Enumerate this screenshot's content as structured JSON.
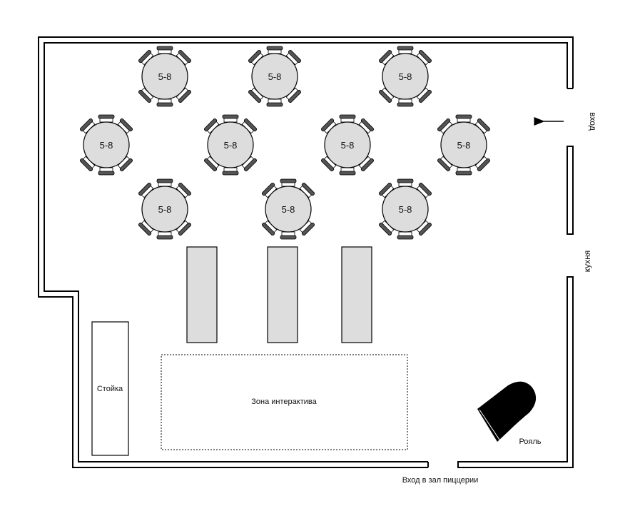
{
  "tables": [
    {
      "label": "5-8"
    },
    {
      "label": "5-8"
    },
    {
      "label": "5-8"
    },
    {
      "label": "5-8"
    },
    {
      "label": "5-8"
    },
    {
      "label": "5-8"
    },
    {
      "label": "5-8"
    },
    {
      "label": "5-8"
    },
    {
      "label": "5-8"
    },
    {
      "label": "5-8"
    }
  ],
  "labels": {
    "entrance": "вход",
    "kitchen": "кухня",
    "bar_counter": "Стойка",
    "interactive_zone": "Зона интерактива",
    "piano": "Рояль",
    "pizzeria_entrance": "Вход в зал пиццерии"
  },
  "colors": {
    "wall": "#000000",
    "table_fill": "#dddddd",
    "chair_fill": "#555555",
    "long_table_fill": "#dddddd",
    "piano_fill": "#000000"
  }
}
